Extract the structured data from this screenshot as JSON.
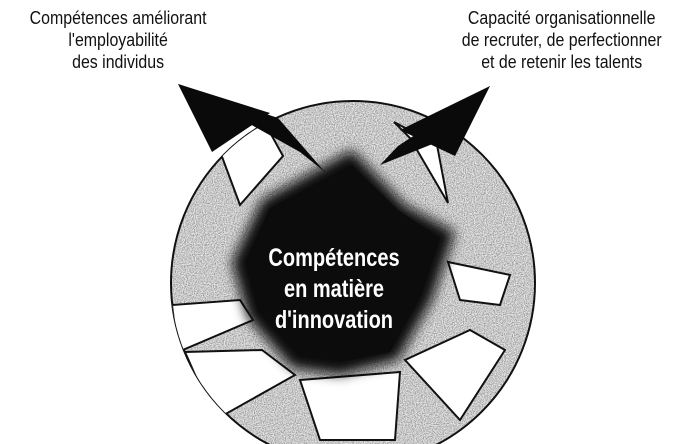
{
  "labels": {
    "top_left": [
      "Compétences améliorant",
      "l'employabilité",
      "des individus"
    ],
    "top_right": [
      "Capacité organisationnelle",
      "de recruter, de perfectionner",
      "et de retenir les talents"
    ]
  },
  "center": [
    "Compétences",
    "en matière",
    "d'innovation"
  ],
  "colors": {
    "ink": "#111111",
    "pointer": "#0a0a0a",
    "disc_stipple": "#c4c4c4",
    "core": "#111111"
  }
}
